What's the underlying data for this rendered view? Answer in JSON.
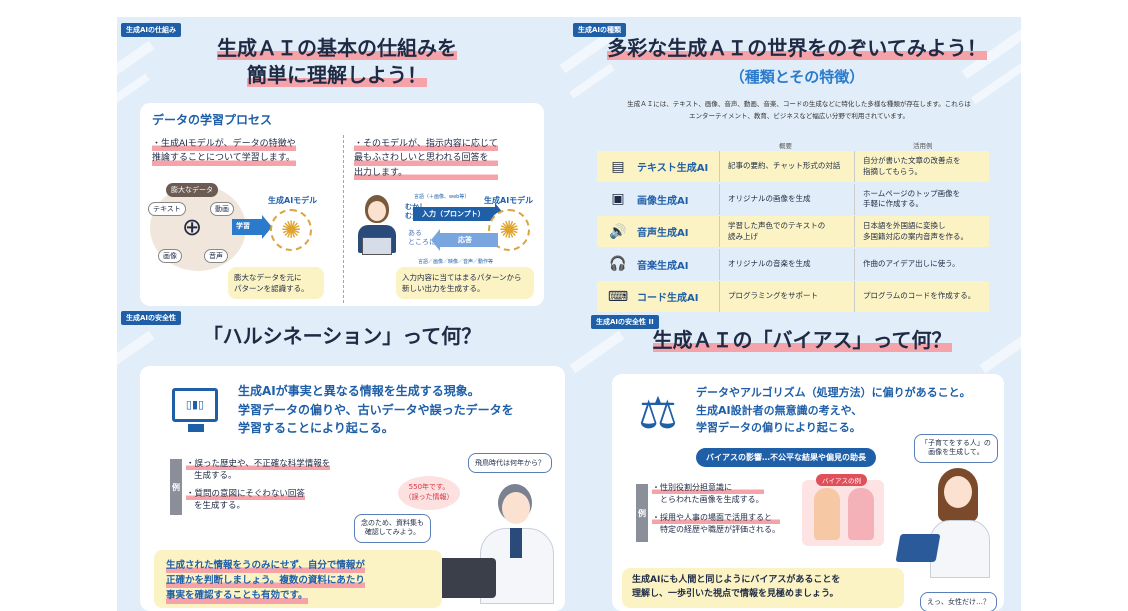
{
  "p1": {
    "tag": "生成AIの仕組み",
    "title_l1": "生成ＡＩの基本の仕組みを",
    "title_l2": "簡単に理解しよう！",
    "card_title": "データの学習プロセス",
    "left_l1": "・生成AIモデルが、データの特徴や",
    "left_l2": "推論することについて学習します。",
    "right_l1": "・そのモデルが、指示内容に応じて",
    "right_l2": "最もふさわしいと思われる回答を",
    "right_l3": "出力します。",
    "big_data": "膨大なデータ",
    "d_text": "テキスト",
    "d_video": "動画",
    "d_image": "画像",
    "d_audio": "音声",
    "learn": "学習",
    "model_label": "生成AIモデル",
    "model_label2": "生成AIモデル",
    "note1_l1": "膨大なデータを元に",
    "note1_l2": "パターンを認識する。",
    "mukashi": "むかし",
    "aru": "ある",
    "tokoro": "ところに",
    "lang_top": "言語（＋画像、web等）",
    "input": "入力（プロンプト）",
    "response": "応答",
    "lang_bottom": "言語／画像／映像／音声／動作等",
    "note2_l1": "入力内容に当てはまるパターンから",
    "note2_l2": "新しい出力を生成する。"
  },
  "p2": {
    "tag": "生成AIの種類",
    "title_l1": "多彩な生成ＡＩの世界をのぞいてみよう！",
    "title_l2": "（種類とその特徴）",
    "intro_l1": "生成ＡＩには、テキスト、画像、音声、動画、音楽、コードの生成などに特化した多様な種類が存在します。これらは",
    "intro_l2": "エンターテイメント、教育、ビジネスなど幅広い分野で利用されています。",
    "col_overview": "概要",
    "col_example": "活用例",
    "rows": [
      {
        "name": "テキスト生成AI",
        "icon": "monitor-text-icon",
        "glyph": "▤",
        "ov_l1": "記事の要約、チャット形式の対話",
        "ov_l2": "",
        "ex_l1": "自分が書いた文章の改善点を",
        "ex_l2": "指摘してもらう。"
      },
      {
        "name": "画像生成AI",
        "icon": "monitor-image-icon",
        "glyph": "▣",
        "ov_l1": "オリジナルの画像を生成",
        "ov_l2": "",
        "ex_l1": "ホームページのトップ画像を",
        "ex_l2": "手軽に作成する。"
      },
      {
        "name": "音声生成AI",
        "icon": "speaker-icon",
        "glyph": "🔊",
        "ov_l1": "学習した声色でのテキストの",
        "ov_l2": "読み上げ",
        "ex_l1": "日本語を外国語に変換し",
        "ex_l2": "多国籍対応の案内音声を作る。"
      },
      {
        "name": "音楽生成AI",
        "icon": "headphones-icon",
        "glyph": "🎧",
        "ov_l1": "オリジナルの音楽を生成",
        "ov_l2": "",
        "ex_l1": "作曲のアイデア出しに使う。",
        "ex_l2": ""
      },
      {
        "name": "コード生成AI",
        "icon": "code-window-icon",
        "glyph": "⌨",
        "ov_l1": "プログラミングをサポート",
        "ov_l2": "",
        "ex_l1": "プログラムのコードを作成する。",
        "ex_l2": ""
      }
    ]
  },
  "p3": {
    "tag": "生成AIの安全性",
    "title": "「ハルシネーション」って何？",
    "main_l1": "生成AIが事実と異なる情報を生成する現象。",
    "main_l2": "学習データの偏りや、古いデータや誤ったデータを",
    "main_l3": "学習することにより起こる。",
    "rei": "例",
    "ex1_l1": "・誤った歴史や、不正確な科学情報を",
    "ex1_l2": "生成する。",
    "ex2_l1": "・質問の意図にそぐわない回答",
    "ex2_l2": "を生成する。",
    "bubble_q": "飛鳥時代は何年から？",
    "bubble_a1": "550年です。",
    "bubble_a2": "（誤った情報）",
    "bubble_c1": "念のため、資料集も",
    "bubble_c2": "確認してみよう。",
    "advice_l1": "生成された情報をうのみにせず、自分で情報が",
    "advice_l2": "正確かを判断しましょう。複数の資料にあたり",
    "advice_l3": "事実を確認することも有効です。"
  },
  "p4": {
    "tag": "生成AIの安全性 II",
    "title": "生成ＡＩの「バイアス」って何？",
    "main_l1": "データやアルゴリズム（処理方法）に偏りがあること。",
    "main_l2": "生成AI設計者の無意識の考えや、",
    "main_l3": "学習データの偏りにより起こる。",
    "impact": "バイアスの影響…不公平な結果や偏見の助長",
    "rei": "例",
    "ex1_l1": "・性別役割分担意識に",
    "ex1_l2": "とらわれた画像を生成する。",
    "ex2_l1": "・採用や人事の場面で活用すると",
    "ex2_l2": "特定の経歴や職歴が評価される。",
    "bias_example": "バイアスの例",
    "bubble_top1": "「子育てをする人」の",
    "bubble_top2": "画像を生成して。",
    "bubble_bottom": "えっ、女性だけ…？",
    "advice_l1": "生成AIにも人間と同じようにバイアスがあることを",
    "advice_l2": "理解し、一歩引いた視点で情報を見極めましょう。"
  },
  "colors": {
    "accent": "#1f5fa8",
    "highlight": "#f5a3a8",
    "note": "#fbf3c4",
    "sheet": "#e1edf8"
  }
}
